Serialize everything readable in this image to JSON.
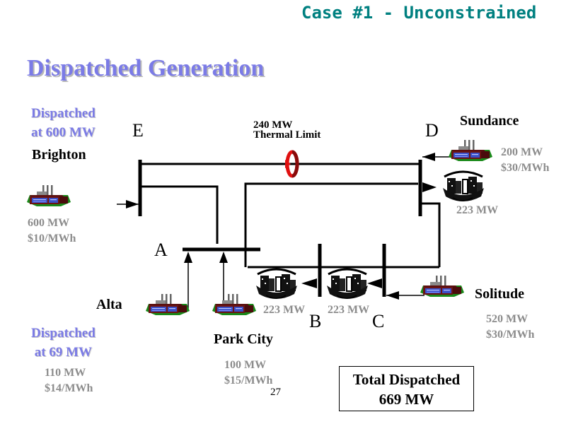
{
  "header": {
    "case_title": "Case #1 - Unconstrained",
    "main_title": "Dispatched Generation"
  },
  "buses": {
    "A": "A",
    "B": "B",
    "C": "C",
    "D": "D",
    "E": "E"
  },
  "line_limit": {
    "line1": "240 MW",
    "line2": "Thermal Limit"
  },
  "generators": {
    "brighton": {
      "name": "Brighton",
      "dispatch_line1": "Dispatched",
      "dispatch_line2": "at 600 MW",
      "capacity": "600 MW",
      "price": "$10/MWh"
    },
    "sundance": {
      "name": "Sundance",
      "capacity": "200 MW",
      "price": "$30/MWh"
    },
    "alta": {
      "name": "Alta",
      "dispatch_line1": "Dispatched",
      "dispatch_line2": "at 69 MW",
      "capacity": "110 MW",
      "price": "$14/MWh"
    },
    "park_city": {
      "name": "Park City",
      "capacity": "100 MW",
      "price": "$15/MWh"
    },
    "solitude": {
      "name": "Solitude",
      "capacity": "520 MW",
      "price": "$30/MWh"
    }
  },
  "loads": {
    "D": "223 MW",
    "B": "223 MW",
    "C": "223 MW"
  },
  "total": {
    "label": "Total Dispatched",
    "value": "669 MW"
  },
  "page_number": "27",
  "colors": {
    "case_title": "#008080",
    "title": "#7b7be6",
    "spec": "#8c8c8c",
    "limit_ring": "#e01010"
  }
}
